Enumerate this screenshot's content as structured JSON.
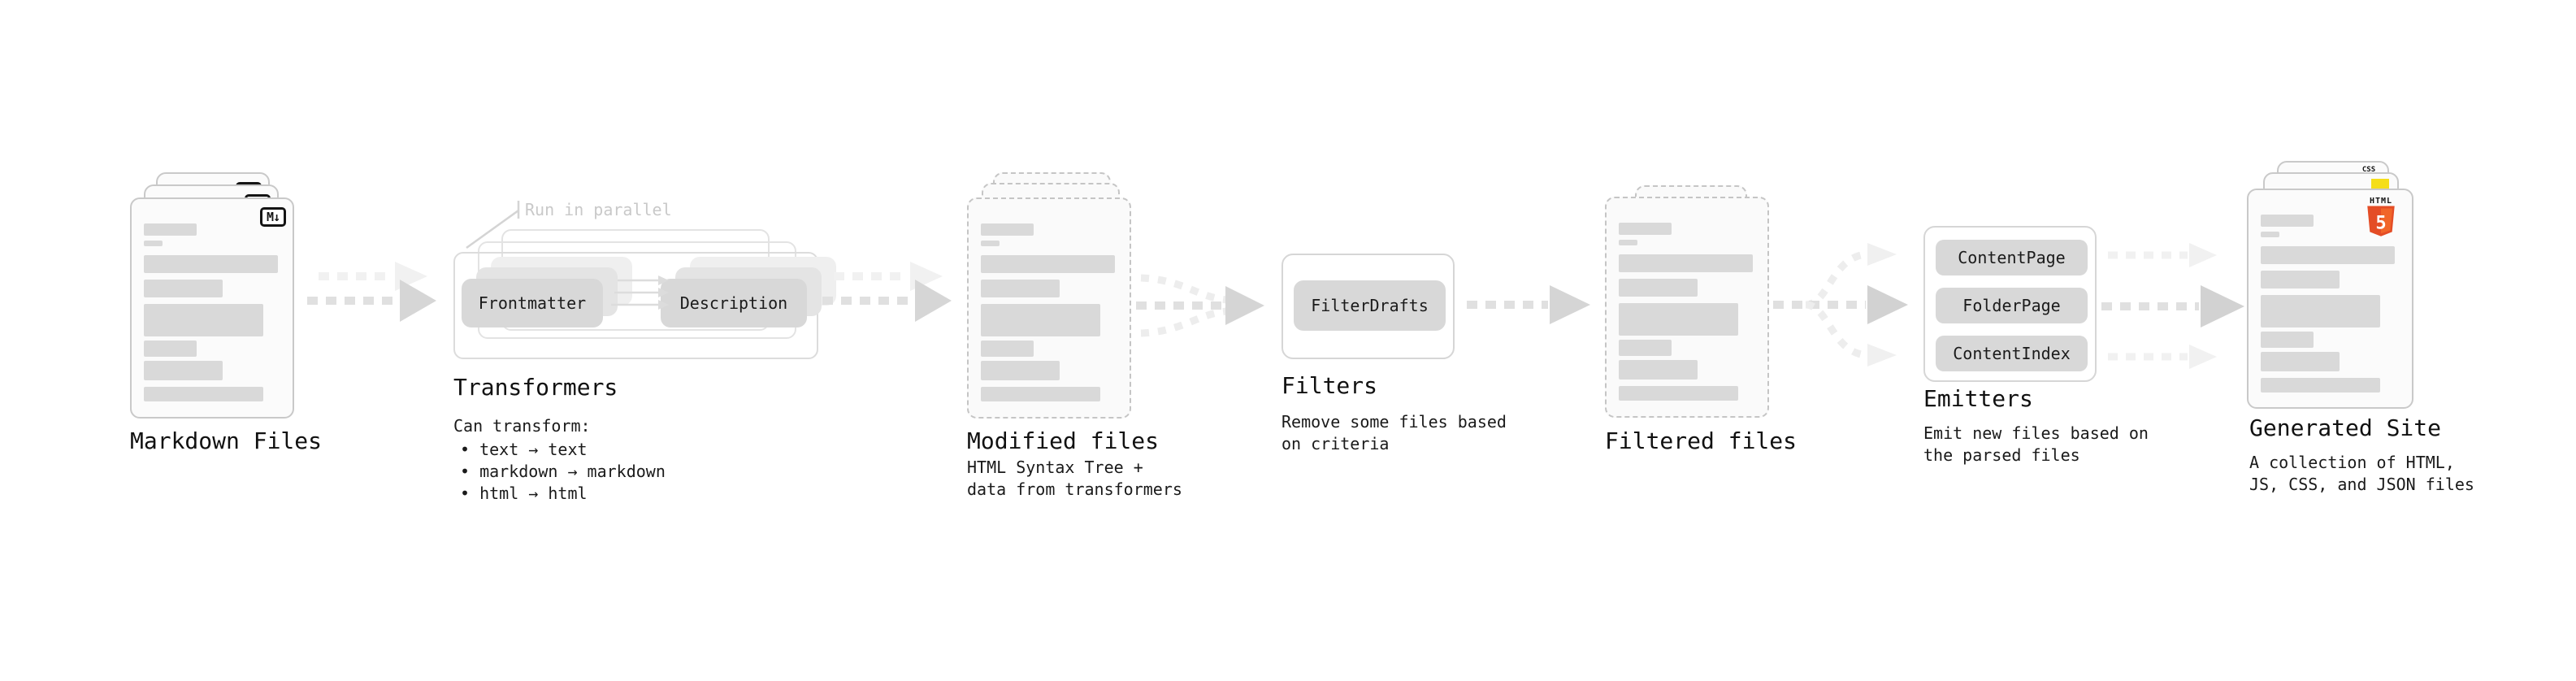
{
  "stages": {
    "markdown": {
      "label": "Markdown Files",
      "badge": "M↓"
    },
    "transformers": {
      "title": "Transformers",
      "parallel_note": "Run in parallel",
      "plugin_frontmatter": "Frontmatter",
      "plugin_description": "Description",
      "desc_heading": "Can transform:",
      "bullet_text": "• text → text",
      "bullet_markdown": "• markdown → markdown",
      "bullet_html": "• html → html"
    },
    "modified_files": {
      "label": "Modified files",
      "desc_line1": "HTML Syntax Tree +",
      "desc_line2": "data from transformers"
    },
    "filters": {
      "title": "Filters",
      "plugin_filterdrafts": "FilterDrafts",
      "desc_line1": "Remove some files based",
      "desc_line2": "on criteria"
    },
    "filtered_files": {
      "label": "Filtered files"
    },
    "emitters": {
      "title": "Emitters",
      "plugin_contentpage": "ContentPage",
      "plugin_folderpage": "FolderPage",
      "plugin_contentindex": "ContentIndex",
      "desc_line1": "Emit new files based on",
      "desc_line2": "the parsed files"
    },
    "generated_site": {
      "label": "Generated Site",
      "desc_line1": "A collection of HTML,",
      "desc_line2": "JS, CSS, and JSON files",
      "badge_css": "CSS",
      "badge_html": "HTML",
      "badge_html_number": "5"
    }
  },
  "colors": {
    "background": "#ffffff",
    "card_border": "#c9c9c9",
    "card_bg": "#fbfbfb",
    "skeleton_bar": "#d9d9d9",
    "plugin_button_bg": "#d8d8d8",
    "panel_border": "#d6d6d6",
    "text_primary": "#1a1a1a",
    "muted_note": "#c9c9c9",
    "arrow_dash": "#e0e0e0",
    "arrow_head": "#d5d5d5",
    "arrow_ghost": "#f1f1f1",
    "html5_orange": "#e44d26",
    "html5_orange_light": "#f16529",
    "js_yellow": "#f5de19",
    "css_blue": "#2864f0"
  }
}
